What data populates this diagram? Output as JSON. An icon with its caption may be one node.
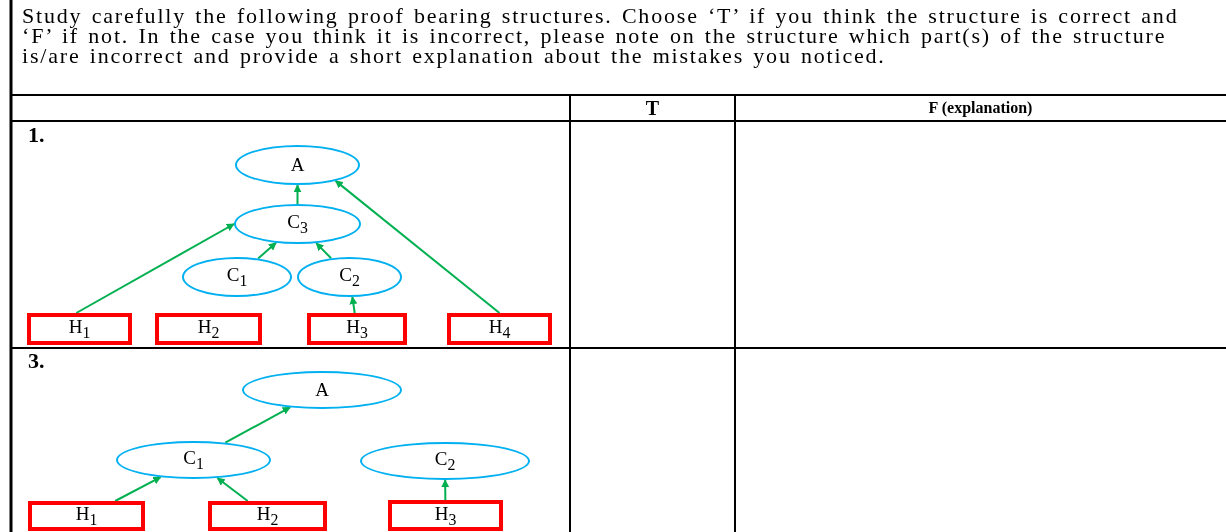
{
  "diagram": {
    "title": "Study carefully the following proof bearing structures. Choose ‘T’ if you think the structure is correct and ‘F’ if not. In the case you think it is incorrect, please note on the structure which part(s) of the structure is/are incorrect and provide a short explanation about the mistakes you noticed.",
    "nodes": [
      {
        "text": [
          "A"
        ]
      },
      {
        "text": [
          "C$_{3}$"
        ]
      },
      {
        "text": [
          "C$_{1}$"
        ]
      },
      {
        "text": [
          "C$_{2}$"
        ]
      },
      {
        "text": [
          "H$_{1}$"
        ]
      },
      {
        "text": [
          "H$_{2}$"
        ]
      },
      {
        "text": [
          "H$_{3}$"
        ]
      },
      {
        "text": [
          "H$_{4}$"
        ]
      },
      {
        "text": [
          "A"
        ]
      },
      {
        "text": [
          "C$_{1}$"
        ]
      },
      {
        "text": [
          "C$_{2}$"
        ]
      },
      {
        "text": [
          "H$_{1}$"
        ]
      },
      {
        "text": [
          "H$_{2}$"
        ]
      },
      {
        "text": [
          "H$_{3}$"
        ]
      }
    ],
    "edges": [
      {
        "from": 1,
        "to": 0,
        "arrow": "to"
      },
      {
        "from": 4,
        "to": 1,
        "arrow": "to"
      },
      {
        "from": 2,
        "to": 1,
        "arrow": "to"
      },
      {
        "from": 3,
        "to": 1,
        "arrow": "to"
      },
      {
        "from": 6,
        "to": 3,
        "arrow": "to"
      },
      {
        "from": 7,
        "to": 0,
        "arrow": "to"
      },
      {
        "from": 9,
        "to": 8,
        "arrow": "to"
      },
      {
        "from": 11,
        "to": 9,
        "arrow": "to"
      },
      {
        "from": 12,
        "to": 9,
        "arrow": "to"
      },
      {
        "from": 13,
        "to": 10,
        "arrow": "to"
      }
    ],
    "labels": [
      "T",
      "F (explanation)",
      "1.",
      "3."
    ]
  }
}
